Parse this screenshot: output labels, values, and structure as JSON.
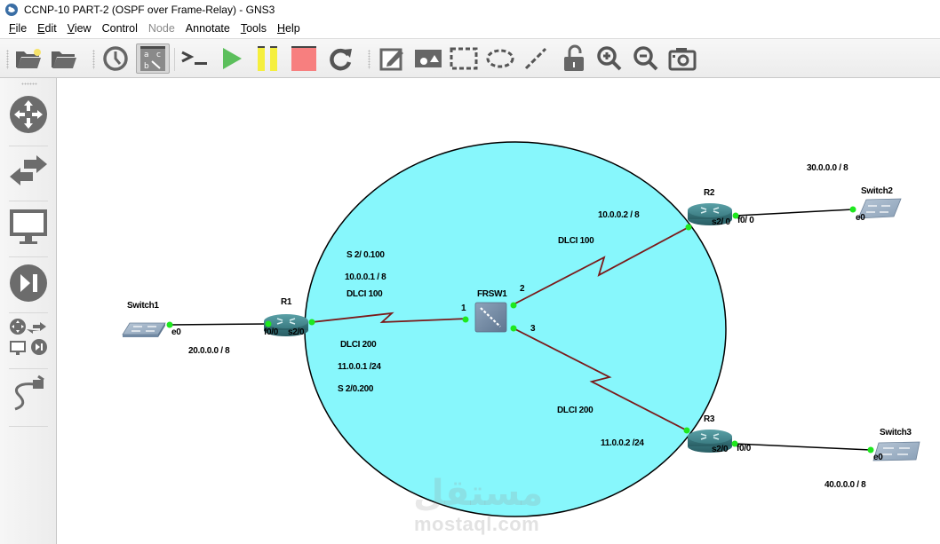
{
  "window": {
    "title": "CCNP-10 PART-2 (OSPF over Frame-Relay) - GNS3"
  },
  "menubar": {
    "items": [
      {
        "label": "File",
        "underline": "F",
        "rest": "ile",
        "enabled": true
      },
      {
        "label": "Edit",
        "underline": "E",
        "rest": "dit",
        "enabled": true
      },
      {
        "label": "View",
        "underline": "V",
        "rest": "iew",
        "enabled": true
      },
      {
        "label": "Control",
        "underline": "",
        "rest": "Control",
        "enabled": true
      },
      {
        "label": "Node",
        "underline": "",
        "rest": "Node",
        "enabled": false
      },
      {
        "label": "Annotate",
        "underline": "",
        "rest": "Annotate",
        "enabled": true
      },
      {
        "label": "Tools",
        "underline": "T",
        "rest": "ools",
        "enabled": true
      },
      {
        "label": "Help",
        "underline": "H",
        "rest": "elp",
        "enabled": true
      }
    ]
  },
  "toolbar": {
    "buttons": [
      {
        "icon": "new-project-icon"
      },
      {
        "icon": "open-project-icon"
      },
      {
        "icon": "snapshot-clock-icon"
      },
      {
        "icon": "show-interface-labels-icon",
        "active": true
      },
      {
        "icon": "console-icon"
      },
      {
        "icon": "start-icon",
        "color": "#5cbf5c"
      },
      {
        "icon": "pause-icon",
        "color": "#f5ef3e"
      },
      {
        "icon": "stop-icon",
        "color": "#f77f7f"
      },
      {
        "icon": "reload-icon"
      },
      {
        "icon": "add-note-icon"
      },
      {
        "icon": "insert-image-icon"
      },
      {
        "icon": "draw-rectangle-icon"
      },
      {
        "icon": "draw-ellipse-icon"
      },
      {
        "icon": "draw-line-icon"
      },
      {
        "icon": "unlock-icon"
      },
      {
        "icon": "zoom-in-icon"
      },
      {
        "icon": "zoom-out-icon"
      },
      {
        "icon": "screenshot-icon"
      }
    ]
  },
  "dock": {
    "buttons": [
      {
        "icon": "routers-icon"
      },
      {
        "icon": "switches-icon"
      },
      {
        "icon": "end-devices-icon"
      },
      {
        "icon": "security-devices-icon"
      },
      {
        "icon": "all-devices-icon"
      },
      {
        "icon": "add-link-icon"
      }
    ]
  },
  "topology": {
    "colors": {
      "frame_relay_area": "#87f7fc",
      "serial_link": "#7b1a1a",
      "ethernet_link": "#000000",
      "port_up": "#1ee81e"
    },
    "nodes": {
      "switch1": {
        "name": "Switch1",
        "port": "e0"
      },
      "r1": {
        "name": "R1",
        "port_fa": "f0/0",
        "port_serial": "s2/0"
      },
      "frsw1": {
        "name": "FRSW1",
        "port1": "1",
        "port2": "2",
        "port3": "3"
      },
      "r2": {
        "name": "R2",
        "port_serial": "s2/ 0",
        "port_fa": "f0/ 0"
      },
      "switch2": {
        "name": "Switch2",
        "port": "e0"
      },
      "r3": {
        "name": "R3",
        "port_serial": "s2/0",
        "port_fa": "f0/0"
      },
      "switch3": {
        "name": "Switch3",
        "port": "e0"
      }
    },
    "notes": {
      "net_sw1": "20.0.0.0 / 8",
      "r1_sub100": "S 2/ 0.100",
      "r1_ip100": "10.0.0.1 / 8",
      "r1_dlci100": "DLCI 100",
      "r1_dlci200": "DLCI 200",
      "r1_ip200": "11.0.0.1 /24",
      "r1_sub200": "S 2/0.200",
      "r2_ip": "10.0.0.2 / 8",
      "r2_dlci": "DLCI 100",
      "net_sw2": "30.0.0.0 / 8",
      "r3_dlci": "DLCI 200",
      "r3_ip": "11.0.0.2 /24",
      "net_sw3": "40.0.0.0 / 8"
    }
  },
  "watermark": {
    "arabic": "مستقل",
    "latin": "mostaql.com"
  }
}
